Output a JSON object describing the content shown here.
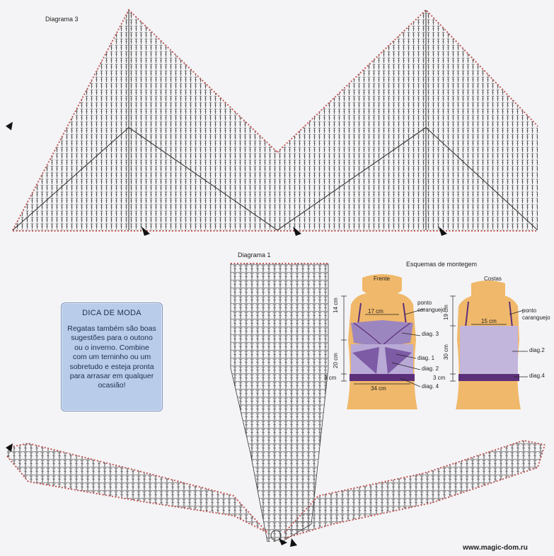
{
  "labels": {
    "diagram3": "Diagrama 3",
    "diagram1": "Diagrama 1",
    "assembly": "Esquemas de montegem",
    "front": "Frente",
    "back": "Costas"
  },
  "tip": {
    "title": "DICA DE MODA",
    "body": "Regatas também são boas sugestões para o outono ou o inverno. Combine com um terninho ou um sobretudo e esteja pronta para arrasar em qualquer ocasião!"
  },
  "front_schematic": {
    "width_top": "17 cm",
    "width_bottom": "34 cm",
    "height_top": "14 cm",
    "height_mid": "20 cm",
    "height_bottom": "3 cm",
    "callout_edge": "ponto caranguejo",
    "callout_diag3": "diag. 3",
    "callout_diag1": "diag. 1",
    "callout_diag2": "diag. 2",
    "callout_diag4": "diag. 4"
  },
  "back_schematic": {
    "width_top": "15 cm",
    "height_top": "19 cm",
    "height_mid": "30 cm",
    "height_bottom": "3 cm",
    "callout_edge": "ponto caranguejo",
    "callout_diag2": "diag.2",
    "callout_diag4": "diag.4"
  },
  "watermark": "www.magic-dom.ru",
  "colors": {
    "chart_ink": "#3a3a3a",
    "chain_dots": "#c25a5a",
    "tip_bg": "#b9cdea",
    "garment_purple": "#9c86c0",
    "garment_dark": "#5c2f7a",
    "mannequin": "#f0b86a"
  }
}
